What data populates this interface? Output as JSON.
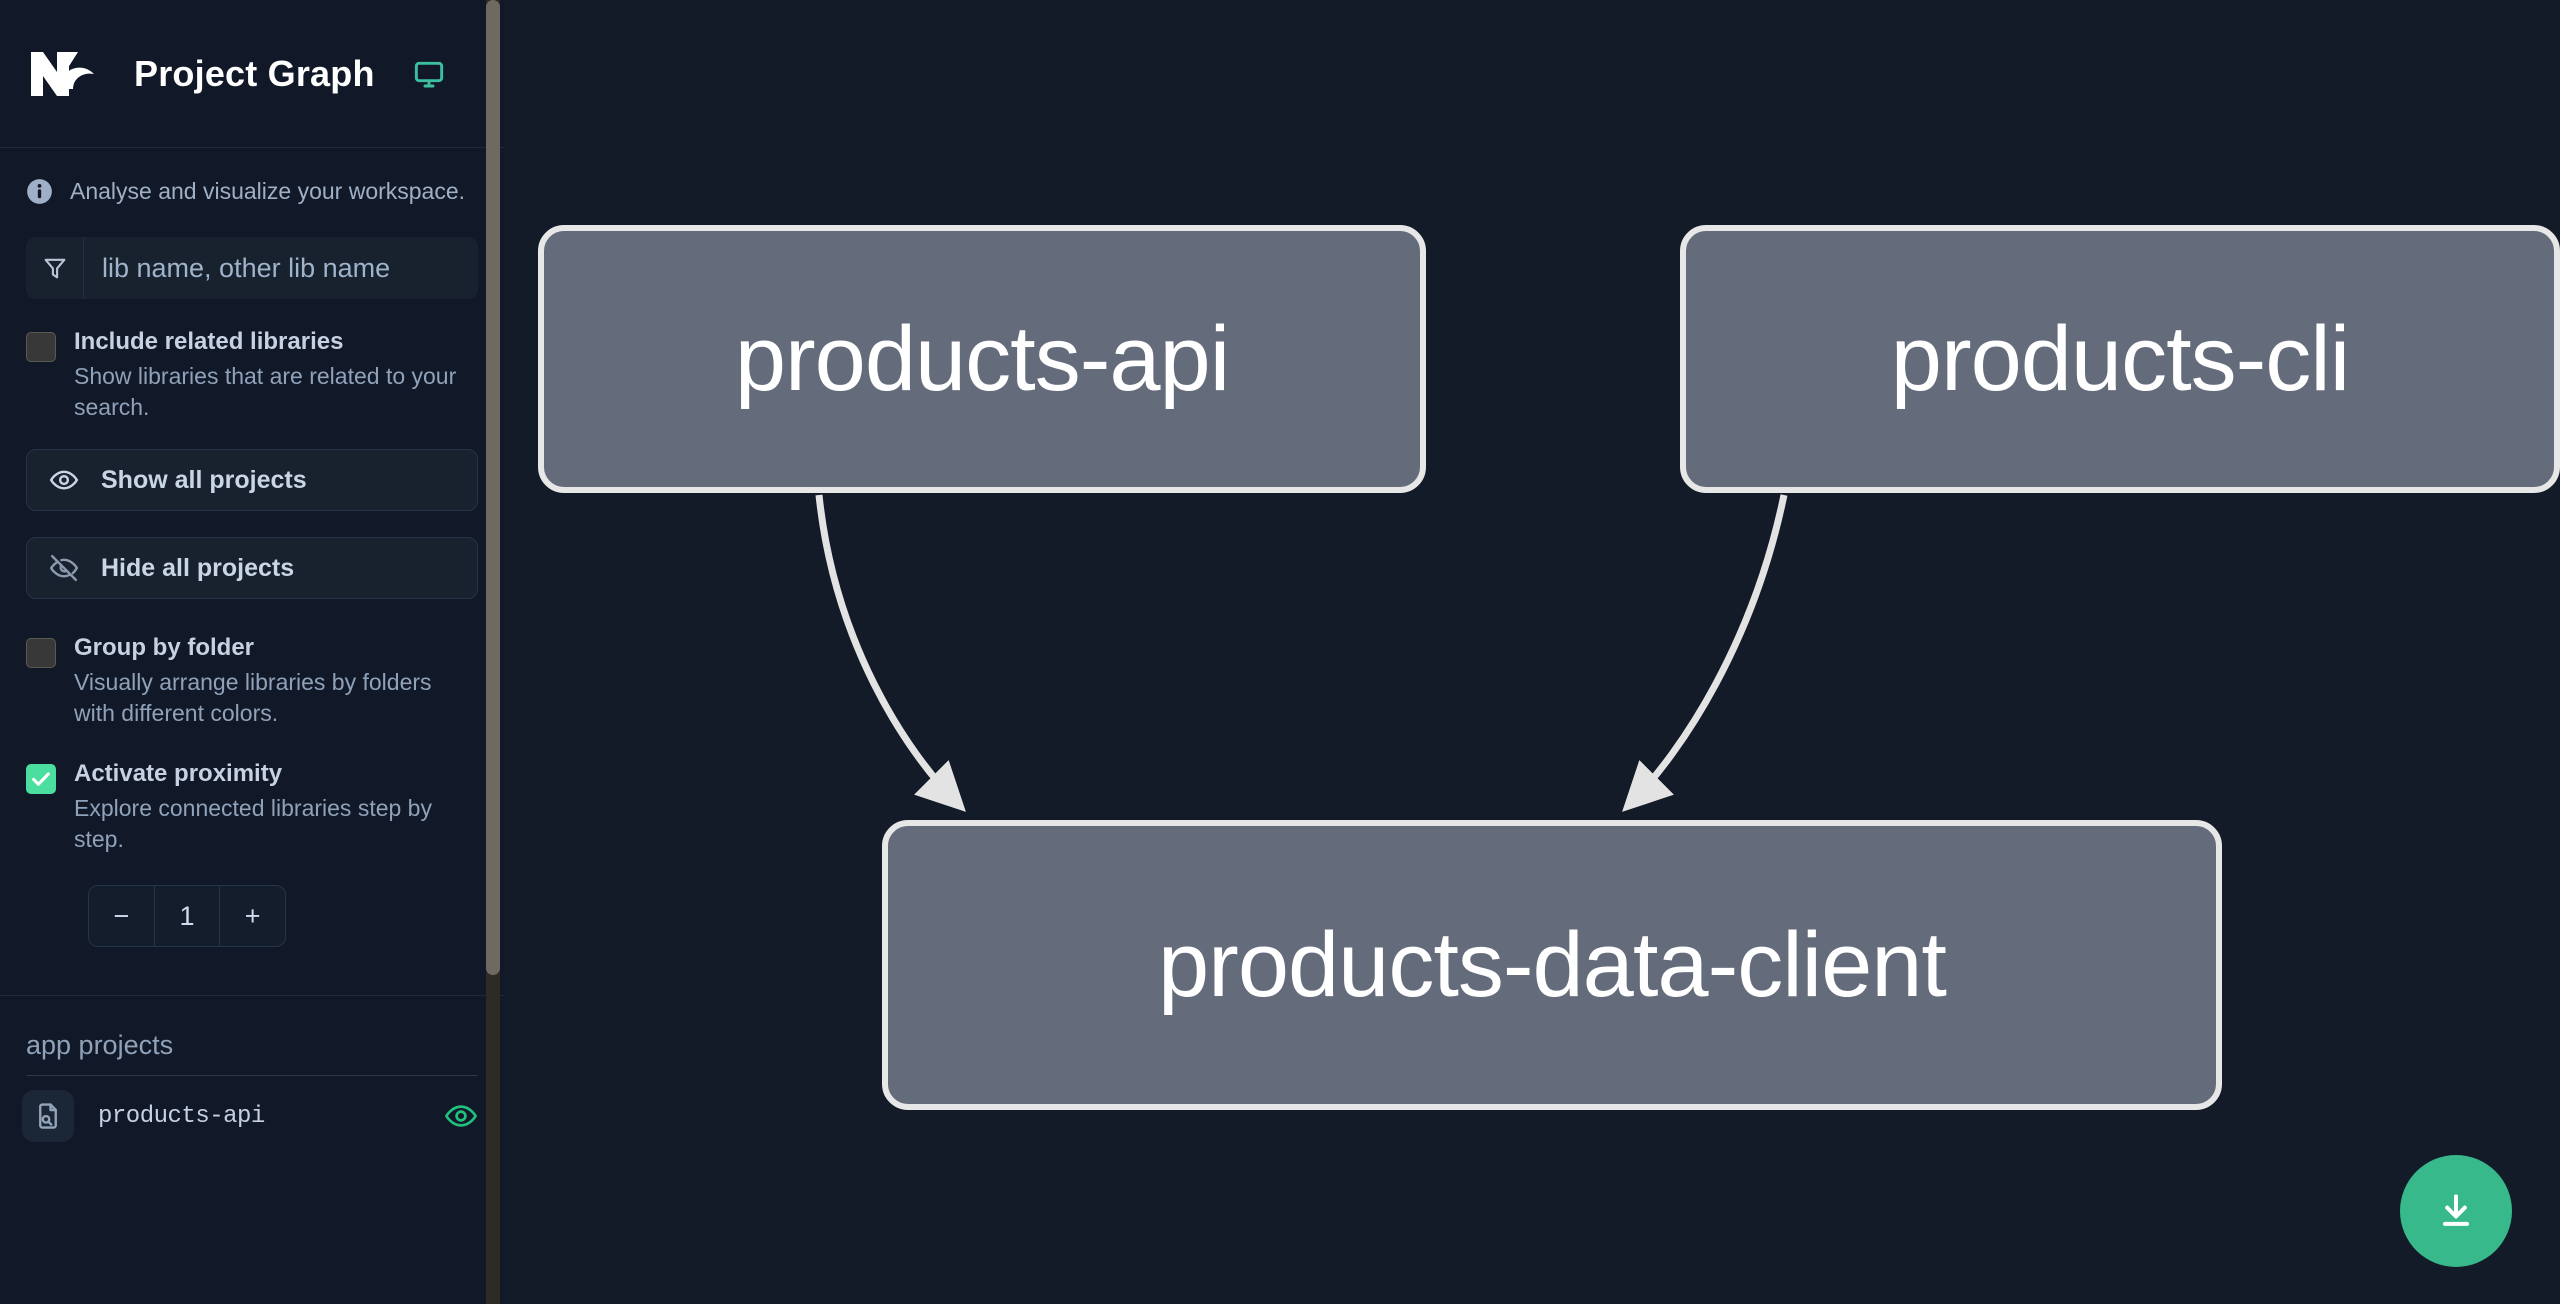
{
  "sidebar": {
    "header": {
      "logo_icon": "nx-logo-icon",
      "title": "Project Graph",
      "monitor_icon": "monitor-icon",
      "accent_color": "#3cbf9e"
    },
    "info": {
      "icon": "info-icon",
      "text": "Analyse and visualize your workspace."
    },
    "search": {
      "icon": "filter-icon",
      "placeholder": "lib name, other lib name",
      "value": ""
    },
    "options": [
      {
        "id": "include-related-libraries",
        "label": "Include related libraries",
        "description": "Show libraries that are related to your search.",
        "checked": false
      },
      {
        "id": "group-by-folder",
        "label": "Group by folder",
        "description": "Visually arrange libraries by folders with different colors.",
        "checked": false
      },
      {
        "id": "activate-proximity",
        "label": "Activate proximity",
        "description": "Explore connected libraries step by step.",
        "checked": true
      }
    ],
    "buttons": [
      {
        "id": "show-all-projects",
        "label": "Show all projects",
        "icon": "eye-icon"
      },
      {
        "id": "hide-all-projects",
        "label": "Hide all projects",
        "icon": "eye-off-icon"
      }
    ],
    "stepper": {
      "decrement_label": "−",
      "value": "1",
      "increment_label": "+"
    },
    "project_groups": [
      {
        "title": "app projects",
        "projects": [
          {
            "name": "products-api",
            "badge_icon": "document-search-icon",
            "visibility_icon": "eye-icon",
            "visible": true
          }
        ]
      }
    ],
    "checked_color": "#4ade9f",
    "visible_eye_color": "#22c07e"
  },
  "graph": {
    "nodes": [
      {
        "id": "products-api",
        "label": "products-api"
      },
      {
        "id": "products-cli",
        "label": "products-cli"
      },
      {
        "id": "products-data-client",
        "label": "products-data-client"
      }
    ],
    "edges": [
      {
        "from": "products-api",
        "to": "products-data-client"
      },
      {
        "from": "products-cli",
        "to": "products-data-client"
      }
    ],
    "node_fill": "#646c7c",
    "node_border": "#e7e7e7",
    "edge_color": "#e7e7e7",
    "background": "#131a28"
  },
  "download_button": {
    "icon": "download-icon",
    "color": "#37b98b"
  }
}
